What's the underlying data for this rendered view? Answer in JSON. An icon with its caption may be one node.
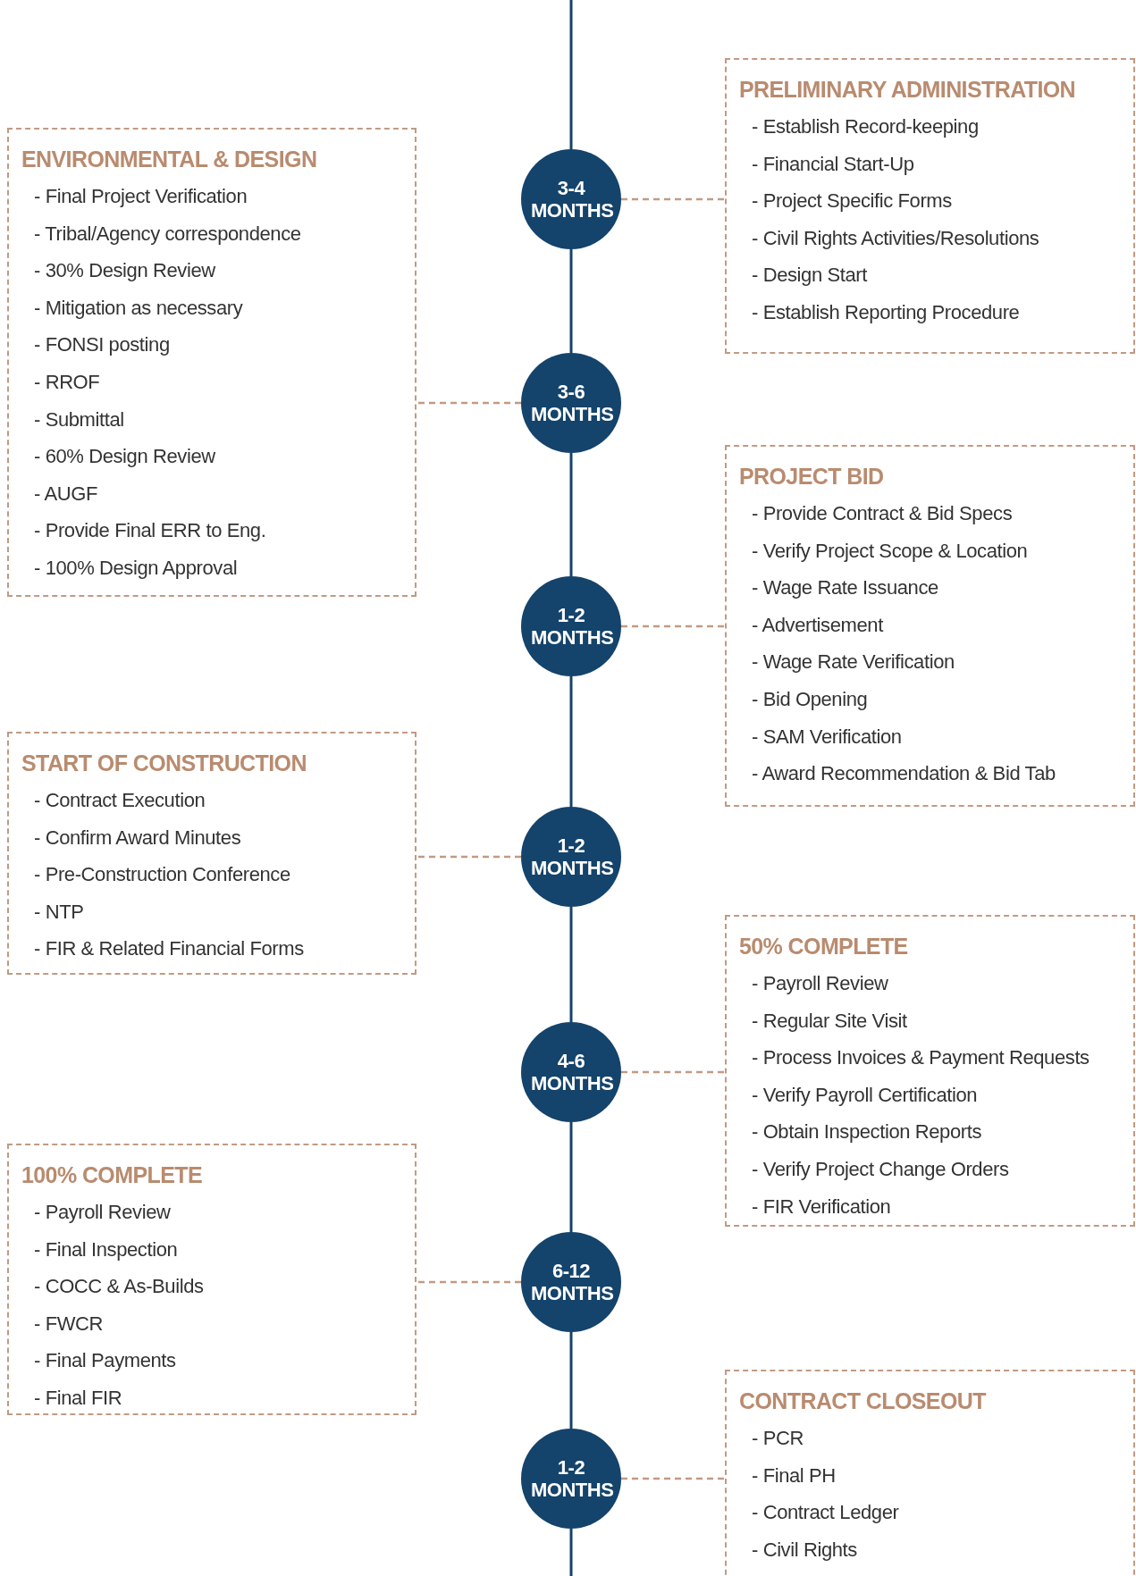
{
  "diagram": {
    "nodes": [
      {
        "text": [
          "PRELIMINARY ADMINISTRATION",
          "- Establish Record-keeping",
          "- Financial Start-Up",
          "- Project Specific Forms",
          "- Civil Rights Activities/Resolutions",
          "- Design Start",
          "- Establish Reporting Procedure"
        ]
      },
      {
        "text": [
          "ENVIRONMENTAL & DESIGN",
          "- Final Project Verification",
          "- Tribal/Agency correspondence",
          "- 30% Design Review",
          "- Mitigation as necessary",
          "- FONSI posting",
          "- RROF",
          "- Submittal",
          "- 60% Design Review",
          "- AUGF",
          "- Provide Final ERR to Eng.",
          "- 100% Design Approval"
        ]
      },
      {
        "text": [
          "3-4 MONTHS"
        ]
      },
      {
        "text": [
          "3-6 MONTHS"
        ]
      },
      {
        "text": [
          "PROJECT BID",
          "- Provide Contract & Bid Specs",
          "- Verify Project Scope & Location",
          "- Wage Rate Issuance",
          "- Advertisement",
          "- Wage Rate Verification",
          "- Bid Opening",
          "- SAM Verification",
          "- Award Recommendation & Bid Tab"
        ]
      },
      {
        "text": [
          "1-2 MONTHS"
        ]
      },
      {
        "text": [
          "START OF CONSTRUCTION",
          "- Contract Execution",
          "- Confirm Award Minutes",
          "- Pre-Construction Conference",
          "- NTP",
          "- FIR & Related Financial Forms"
        ]
      },
      {
        "text": [
          "1-2 MONTHS"
        ]
      },
      {
        "text": [
          "50% COMPLETE",
          "- Payroll Review",
          "- Regular Site Visit",
          "- Process Invoices & Payment Requests",
          "- Verify Payroll Certification",
          "- Obtain Inspection Reports",
          "- Verify Project Change Orders",
          "- FIR Verification"
        ]
      },
      {
        "text": [
          "4-6 MONTHS"
        ]
      },
      {
        "text": [
          "100% COMPLETE",
          "- Payroll Review",
          "- Final Inspection",
          "- COCC & As-Builds",
          "- FWCR",
          "- Final Payments",
          "- Final FIR"
        ]
      },
      {
        "text": [
          "6-12 MONTHS"
        ]
      },
      {
        "text": [
          "CONTRACT CLOSEOUT",
          "- PCR",
          "- Final PH",
          "- Contract Ledger",
          "- Civil Rights"
        ]
      },
      {
        "text": [
          "1-2 MONTHS"
        ]
      }
    ],
    "edges": [
      {
        "from": null,
        "to": 2,
        "arrow": "none"
      },
      {
        "from": 2,
        "to": 3,
        "arrow": "none"
      },
      {
        "from": 3,
        "to": 5,
        "arrow": "none"
      },
      {
        "from": 5,
        "to": 7,
        "arrow": "none"
      },
      {
        "from": 7,
        "to": 9,
        "arrow": "none"
      },
      {
        "from": 9,
        "to": 11,
        "arrow": "none"
      },
      {
        "from": 11,
        "to": 13,
        "arrow": "none"
      },
      {
        "from": 13,
        "to": null,
        "arrow": "none"
      },
      {
        "from": 2,
        "to": 0,
        "arrow": "none",
        "style": "dashed",
        "color": "#c29a83"
      },
      {
        "from": 3,
        "to": 1,
        "arrow": "none",
        "style": "dashed",
        "color": "#c29a83"
      },
      {
        "from": 5,
        "to": 4,
        "arrow": "none",
        "style": "dashed",
        "color": "#c29a83"
      },
      {
        "from": 7,
        "to": 6,
        "arrow": "none",
        "style": "dashed",
        "color": "#c29a83"
      },
      {
        "from": 9,
        "to": 8,
        "arrow": "none",
        "style": "dashed",
        "color": "#c29a83"
      },
      {
        "from": 11,
        "to": 10,
        "arrow": "none",
        "style": "dashed",
        "color": "#c29a83"
      },
      {
        "from": 13,
        "to": 12,
        "arrow": "none",
        "style": "dashed",
        "color": "#c29a83"
      }
    ]
  }
}
